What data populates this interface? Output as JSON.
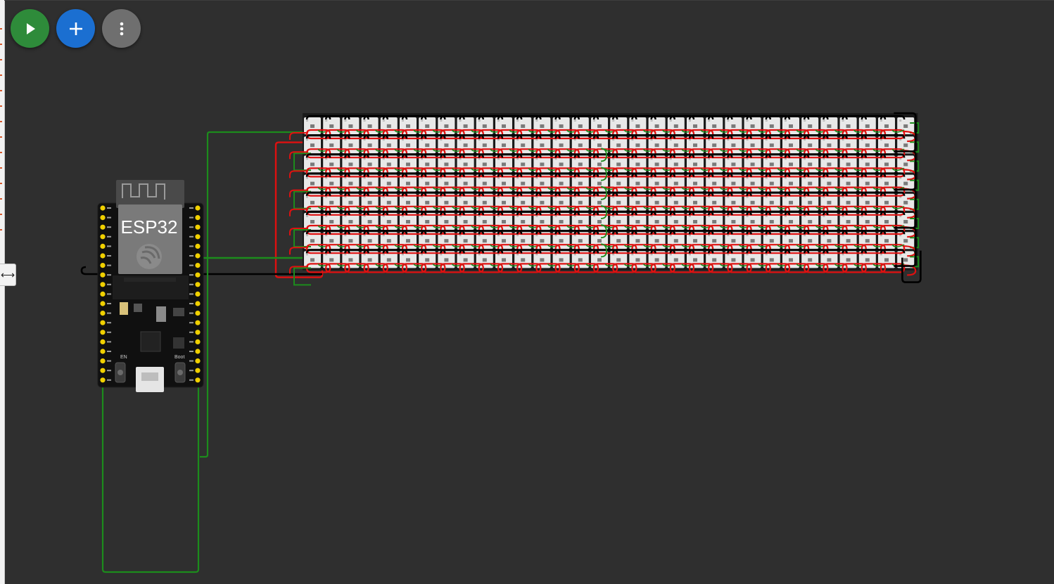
{
  "toolbar": {
    "run_icon": "play-icon",
    "add_icon": "plus-icon",
    "more_icon": "vertical-dots-icon",
    "colors": {
      "run": "#2e8b3a",
      "add": "#1b6fd1",
      "more": "#6f6f6f"
    }
  },
  "side_panel": {
    "toggle_glyph": "⟷",
    "toggle_icon": "collapse-arrow-icon"
  },
  "board": {
    "label": "ESP32",
    "en_label": "EN",
    "boot_label": "Boot"
  },
  "led_matrix": {
    "columns": 32,
    "rows": 8,
    "led_color": "#e8e8e8"
  },
  "wire_colors": {
    "data": "#1c8c1c",
    "power": "#e01010",
    "ground": "#000000"
  },
  "canvas_background": "#2f2f2f"
}
